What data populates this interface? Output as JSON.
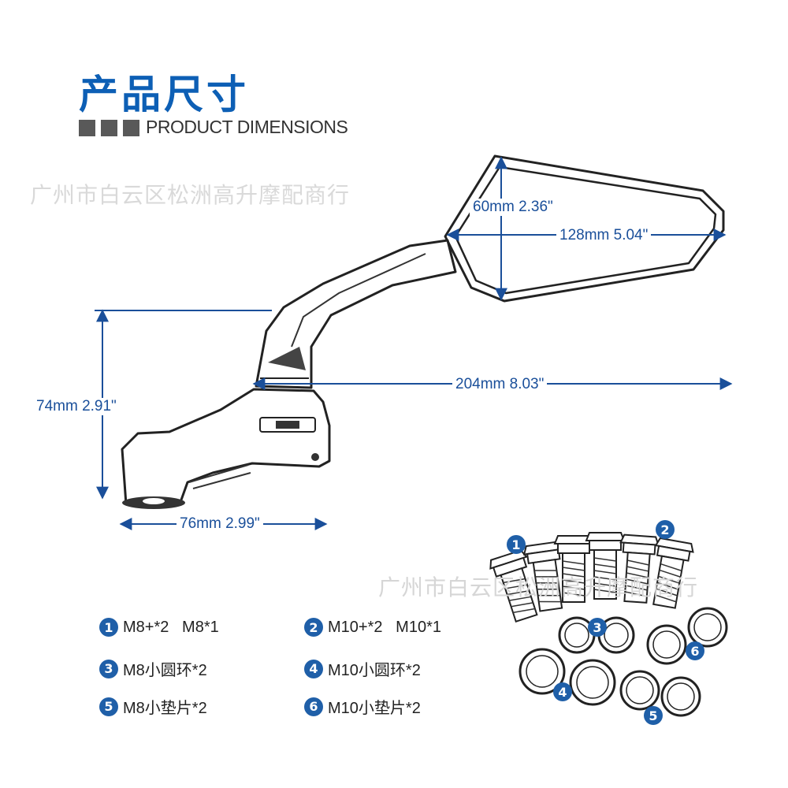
{
  "header": {
    "title": "产品尺寸",
    "subtitle": "PRODUCT DIMENSIONS"
  },
  "watermarks": [
    "广州市白云区松洲高升摩配商行",
    "广州市白云区松洲高升摩配商行"
  ],
  "dimensions": {
    "height": "60mm 2.36\"",
    "width": "128mm 5.04\"",
    "reach": "204mm 8.03\"",
    "arm_height": "74mm 2.91\"",
    "base_width": "76mm 2.99\""
  },
  "legend": [
    {
      "num": "1",
      "text": "M8+*2   M8*1"
    },
    {
      "num": "2",
      "text": "M10+*2   M10*1"
    },
    {
      "num": "3",
      "text": "M8小圆环*2"
    },
    {
      "num": "4",
      "text": "M10小圆环*2"
    },
    {
      "num": "5",
      "text": "M8小垫片*2"
    },
    {
      "num": "6",
      "text": "M10小垫片*2"
    }
  ],
  "part_badges": [
    "1",
    "2",
    "3",
    "4",
    "5",
    "6"
  ],
  "colors": {
    "brand": "#0d5fb5",
    "dimension_line": "#1a4f9a",
    "badge": "#1f5fa8"
  }
}
